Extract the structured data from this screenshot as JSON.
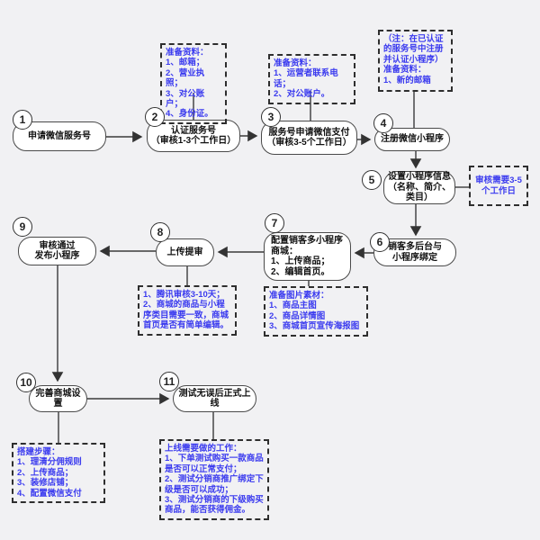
{
  "diagram": {
    "type": "flowchart",
    "language": "zh-CN",
    "colors": {
      "background": "#f1f1f3",
      "node_fill": "#ffffff",
      "node_border": "#4a4a4a",
      "note_border": "#2e2e2e",
      "note_text": "#3b3bef",
      "line": "#333333",
      "step_text": "#111111"
    },
    "steps": [
      {
        "num": "1",
        "label": "申请微信服务号"
      },
      {
        "num": "2",
        "label": "认证服务号\n（审核1-3个工作日）"
      },
      {
        "num": "3",
        "label": "服务号申请微信支付\n（审核3-5个工作日）"
      },
      {
        "num": "4",
        "label": "注册微信小程序"
      },
      {
        "num": "5",
        "label": "设置小程序信息\n（名称、简介、类目）"
      },
      {
        "num": "6",
        "label": "销客多后台与\n小程序绑定"
      },
      {
        "num": "7",
        "label": "配置销客多小程序商城：\n1、上传商品；\n2、编辑首页。"
      },
      {
        "num": "8",
        "label": "上传提审"
      },
      {
        "num": "9",
        "label": "审核通过\n发布小程序"
      },
      {
        "num": "10",
        "label": "完善商城设置"
      },
      {
        "num": "11",
        "label": "测试无误后正式上线"
      }
    ],
    "notes": [
      {
        "attached_to_step": "2",
        "text": "准备资料：\n1、邮箱；\n2、营业执照；\n3、对公账户；\n4、身份证。"
      },
      {
        "attached_to_step": "3",
        "text": "准备资料：\n1、运营者联系电话；\n2、对公账户。"
      },
      {
        "attached_to_step": "4",
        "text": "（注：在已认证的服务号中注册并认证小程序）\n准备资料：\n1、新的邮箱"
      },
      {
        "attached_to_step": "5",
        "text": "审核需要3-5个工作日"
      },
      {
        "attached_to_step": "8",
        "text": "1、腾讯审核3-10天；\n2、商城的商品与小程序类目需要一致，商城首页是否有简单编辑。"
      },
      {
        "attached_to_step": "7",
        "text": "准备图片素材：\n1、商品主图\n2、商品详情图\n3、商城首页宣传海报图"
      },
      {
        "attached_to_step": "10",
        "text": "搭建步骤：\n1、理清分佣规则\n2、上传商品；\n3、装修店铺；\n4、配置微信支付"
      },
      {
        "attached_to_step": "11",
        "text": "上线需要做的工作：\n1、下单测试购买一款商品是否可以正常支付；\n2、测试分销商推广绑定下级是否可以成功；\n3、测试分销商的下级购买商品，能否获得佣金。"
      }
    ],
    "edges": [
      "1->2",
      "2->3",
      "3->4",
      "4->5",
      "5->6",
      "6->7",
      "7->8",
      "8->9",
      "9->10",
      "10->11"
    ]
  }
}
